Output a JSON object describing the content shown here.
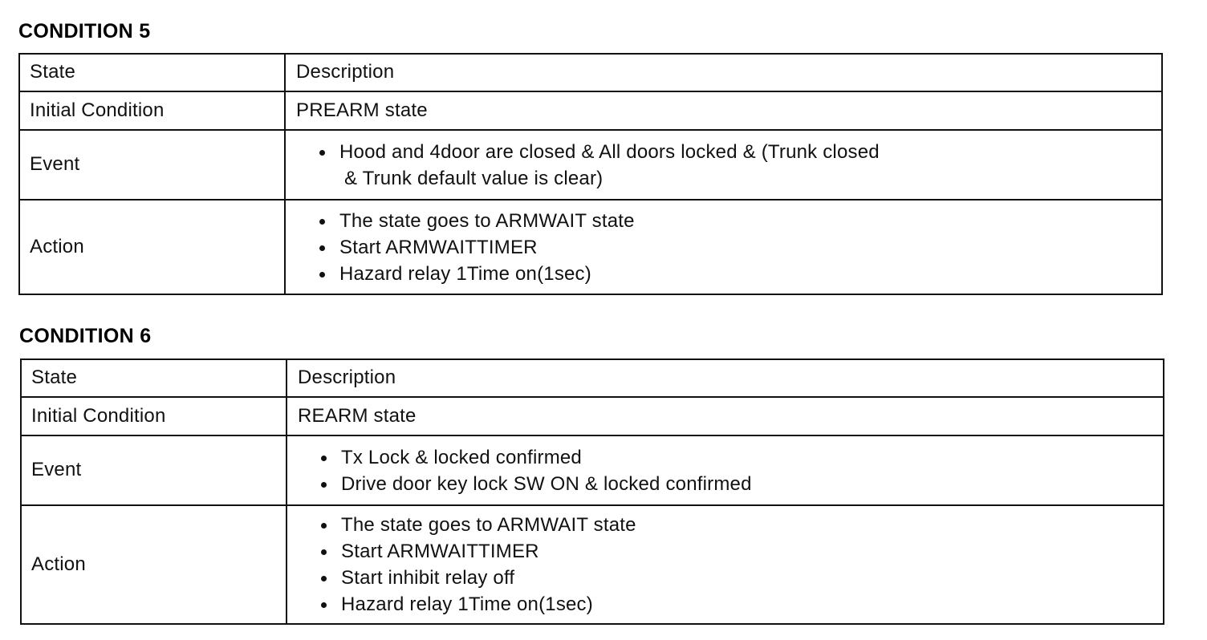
{
  "conditions": [
    {
      "title": "CONDITION 5",
      "header": {
        "state": "State",
        "description": "Description"
      },
      "initial": {
        "label": "Initial Condition",
        "value": "PREARM state"
      },
      "event": {
        "label": "Event",
        "items": [
          {
            "line1": "Hood and 4door are closed  &  All doors locked  &  (Trunk closed",
            "line2": "&  Trunk default value is clear)"
          }
        ]
      },
      "action": {
        "label": "Action",
        "items": [
          "The state goes to ARMWAIT state",
          "Start ARMWAITTIMER",
          "Hazard relay 1Time on(1sec)"
        ]
      }
    },
    {
      "title": "CONDITION 6",
      "header": {
        "state": "State",
        "description": "Description"
      },
      "initial": {
        "label": "Initial Condition",
        "value": "REARM state"
      },
      "event": {
        "label": "Event",
        "items": [
          "Tx Lock  &  locked confirmed",
          "Drive door key lock SW ON  &  locked confirmed"
        ]
      },
      "action": {
        "label": "Action",
        "items": [
          "The state goes to ARMWAIT state",
          "Start ARMWAITTIMER",
          "Start inhibit relay off",
          "Hazard relay 1Time on(1sec)"
        ]
      }
    }
  ]
}
